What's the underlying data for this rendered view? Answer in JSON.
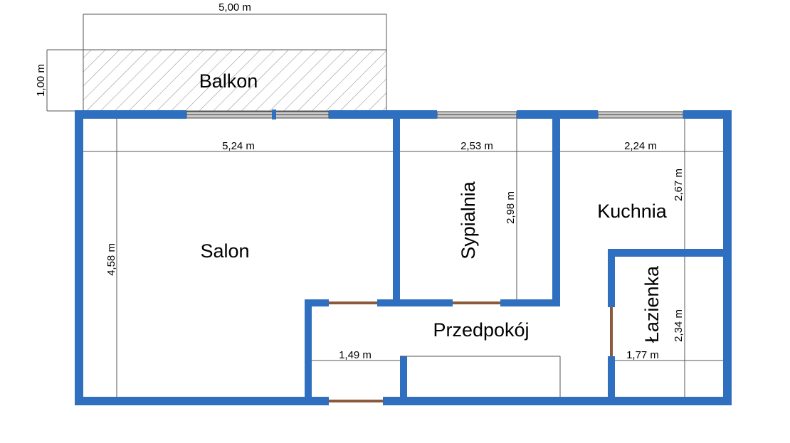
{
  "plan": {
    "rooms": {
      "balkon": "Balkon",
      "salon": "Salon",
      "sypialnia": "Sypialnia",
      "kuchnia": "Kuchnia",
      "lazienka": "Łazienka",
      "przedpokoj": "Przedpokój"
    },
    "dimensions": {
      "balkon_width": "5,00 m",
      "balkon_depth": "1,00 m",
      "salon_width": "5,24 m",
      "salon_depth": "4,58 m",
      "sypialnia_width": "2,53 m",
      "sypialnia_depth": "2,98 m",
      "kuchnia_width": "2,24 m",
      "kuchnia_depth": "2,67 m",
      "lazienka_width": "1,77 m",
      "lazienka_depth": "2,34 m",
      "przedpokoj_width": "1,49 m"
    },
    "colors": {
      "wall": "#2f6fbf",
      "door": "#8b5a3c",
      "window": "#c9c9c9"
    }
  }
}
